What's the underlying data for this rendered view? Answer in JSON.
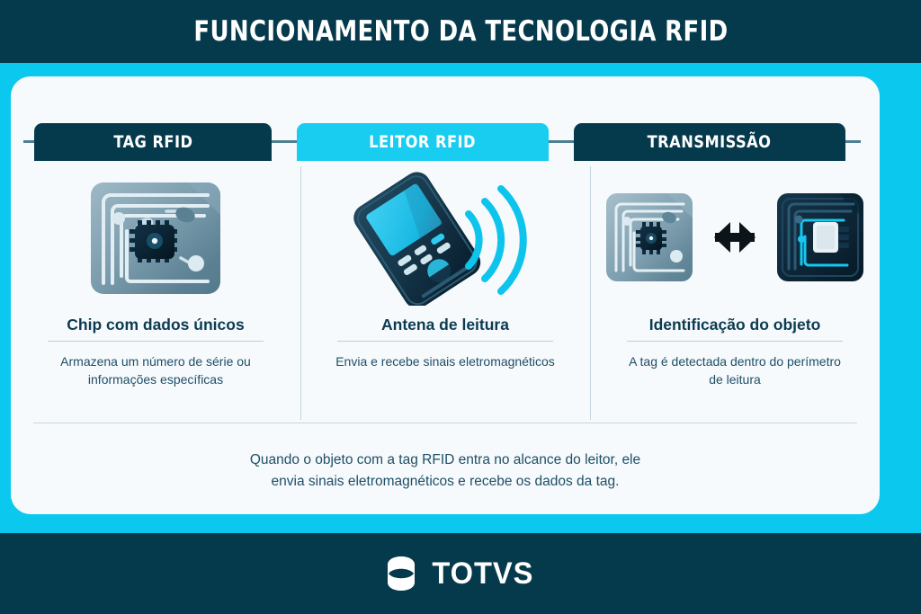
{
  "header": {
    "title": "FUNCIONAMENTO DA TECNOLOGIA RFID"
  },
  "colors": {
    "navy": "#053A4C",
    "cyan": "#0BC8EE",
    "tab_cyan": "#18CDEF",
    "card_bg": "#F6FAFC",
    "text_dark": "#0C3B51",
    "text_body": "#1E4E66",
    "divider": "#C3D6DE",
    "connector": "#4E7E90"
  },
  "columns": [
    {
      "tab_label": "TAG RFID",
      "tab_style": "dark",
      "icon": "rfid-tag-light-icon",
      "title": "Chip com dados únicos",
      "description": "Armazena um número de série ou informações específicas"
    },
    {
      "tab_label": "LEITOR RFID",
      "tab_style": "cyan",
      "icon": "handheld-rfid-reader-icon",
      "title": "Antena de leitura",
      "description": "Envia e recebe sinais eletromagnéticos"
    },
    {
      "tab_label": "TRANSMISSÃO",
      "tab_style": "dark",
      "icon": "tag-to-tag-transmission-icon",
      "title": "Identificação do objeto",
      "description": "A tag é detectada dentro do perímetro de leitura"
    }
  ],
  "summary": {
    "line1": "Quando o objeto com a tag RFID entra no alcance do leitor, ele",
    "line2": "envia sinais eletromagnéticos e recebe os dados da tag."
  },
  "footer": {
    "brand": "TOTVS",
    "logo_icon": "totvs-logo-mark"
  }
}
